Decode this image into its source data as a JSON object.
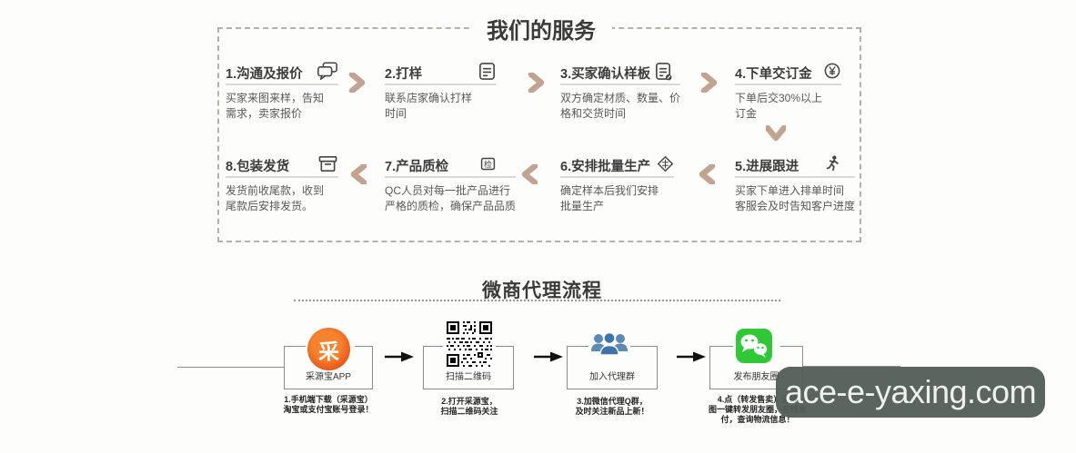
{
  "services": {
    "title": "我们的服务",
    "steps": [
      {
        "title": "1.沟通及报价",
        "icon": "chat-bubbles-icon",
        "desc_lines": [
          "买家来图来样，告知",
          "需求，卖家报价"
        ]
      },
      {
        "title": "2.打样",
        "icon": "document-icon",
        "desc_lines": [
          "联系店家确认打样",
          "时间"
        ]
      },
      {
        "title": "3.买家确认样板",
        "icon": "document-edit-icon",
        "desc_lines": [
          "双方确定材质、数量、价",
          "格和交货时间"
        ]
      },
      {
        "title": "4.下单交订金",
        "icon": "yuan-coin-icon",
        "icon_char": "¥",
        "desc_lines": [
          "下单后交30%以上",
          "订金"
        ]
      },
      {
        "title": "5.进展跟进",
        "icon": "progress-person-icon",
        "desc_lines": [
          "买家下单进入排单时间",
          "客服会及时告知客户进度"
        ]
      },
      {
        "title": "6.安排批量生产",
        "icon": "production-stamp-icon",
        "desc_lines": [
          "确定样本后我们安排",
          "批量生产"
        ]
      },
      {
        "title": "7.产品质检",
        "icon": "inspection-seal-icon",
        "icon_char": "检",
        "desc_lines": [
          "QC人员对每一批产品进行",
          "严格的质检，确保产品品质"
        ]
      },
      {
        "title": "8.包装发货",
        "icon": "package-box-icon",
        "desc_lines": [
          "发货前收尾款，收到",
          "尾款后安排发货。"
        ]
      }
    ]
  },
  "agent_flow": {
    "title": "微商代理流程",
    "nodes": [
      {
        "label": "采源宝APP",
        "icon": "caiyuanbao-app-icon",
        "icon_char": "采",
        "desc_lines": [
          "1.手机端下载（采源宝）",
          "淘宝或支付宝账号登录！"
        ]
      },
      {
        "label": "扫描二维码",
        "icon": "qr-code-icon",
        "desc_lines": [
          "2.打开采源宝，",
          "扫描二维码关注"
        ]
      },
      {
        "label": "加入代理群",
        "icon": "group-people-icon",
        "desc_lines": [
          "3.加微信代理Q群，",
          "及时关注新品上新！"
        ]
      },
      {
        "label": "发布朋友圈",
        "icon": "wechat-icon",
        "desc_lines": [
          "4.点（转发售卖）选择",
          "图一键转发朋友圈，在线支",
          "付，查询物流信息！"
        ]
      }
    ]
  },
  "watermark": {
    "text": "ace-e-yaxing.com",
    "background": "#525d56",
    "text_color": "#f0f0f0"
  },
  "colors": {
    "chevron": "#c2a291",
    "accent_red": "#e8541d",
    "wechat_green": "#2cc83c",
    "people_blue": "#3f74a8"
  }
}
